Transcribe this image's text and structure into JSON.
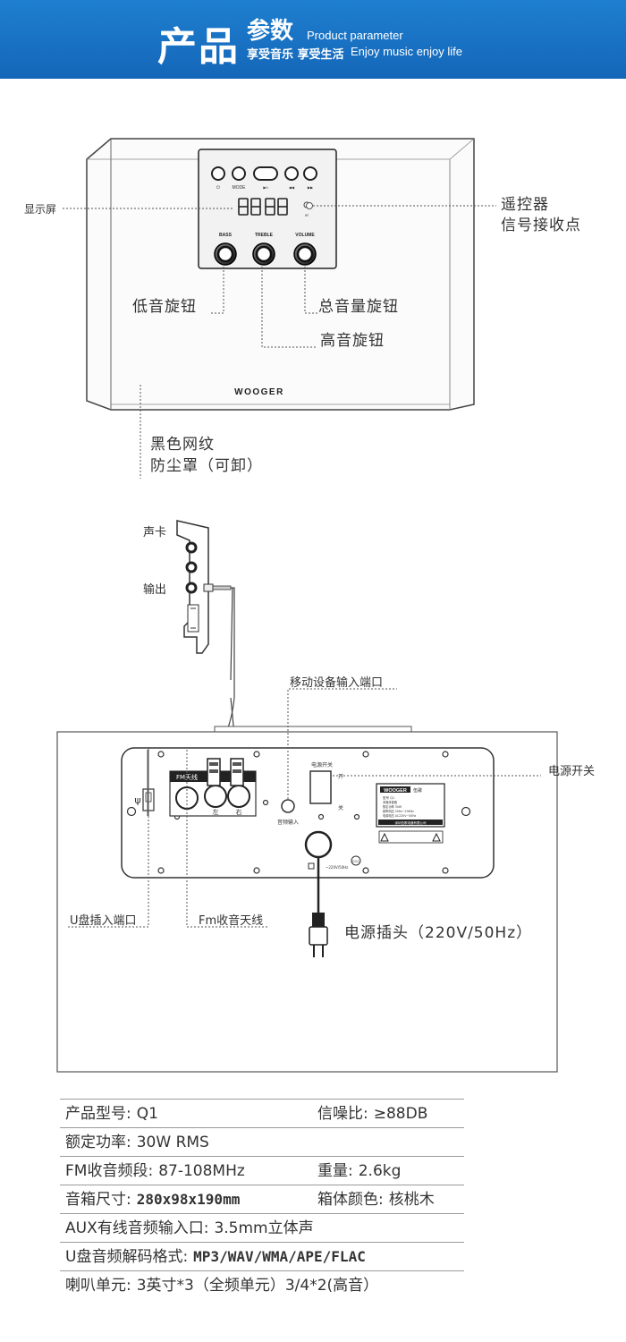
{
  "header": {
    "title_main": "产品",
    "title_sub": "参数",
    "title_en": "Product parameter",
    "slogan_cn": "享受音乐 享受生活",
    "slogan_en": "Enjoy music  enjoy life"
  },
  "front_view": {
    "device_buttons": [
      "⏻",
      "MODE",
      "",
      "◀◀",
      "▶▶"
    ],
    "knobs": [
      "BASS",
      "TREBLE",
      "VOLUME"
    ],
    "brand": "WOOGER",
    "labels": {
      "display": "显示屏",
      "remote_1": "遥控器",
      "remote_2": "信号接收点",
      "bass": "低音旋钮",
      "volume": "总音量旋钮",
      "treble": "高音旋钮",
      "mesh_1": "黑色网纹",
      "mesh_2": "防尘罩（可卸）"
    }
  },
  "connection_view": {
    "labels": {
      "sound_card": "声卡",
      "output": "输出",
      "mobile_input": "移动设备输入端口",
      "power_switch": "电源开关",
      "usb_port": "U盘插入端口",
      "fm_antenna": "Fm收音天线",
      "power_plug": "电源插头（220V/50Hz）"
    },
    "panel": {
      "fm": "FM天线",
      "left": "左",
      "right": "右",
      "audio_in": "音频输入",
      "switch_title": "电源开关",
      "on": "开",
      "off": "关",
      "brand_tag": "WOOGER",
      "brand_cn": "伍歌",
      "model": "型号 Q1",
      "plate_lines": [
        "多媒体音箱",
        "额定功率  30W",
        "频率响应  20Hz~20KHz",
        "电源电压  AC220V~50Hz"
      ],
      "maker": "深圳伍歌电器有限公司"
    }
  },
  "specs": [
    {
      "k1": "产品型号:",
      "v1": "Q1",
      "k2": "信噪比:",
      "v2": "≥88DB"
    },
    {
      "k1": "额定功率:",
      "v1": "30W RMS",
      "k2": "",
      "v2": ""
    },
    {
      "k1": "FM收音频段:",
      "v1": "87-108MHz",
      "k2": "重量:",
      "v2": "2.6kg"
    },
    {
      "k1": "音箱尺寸:",
      "v1": "280x98x190mm",
      "k2": "箱体颜色:",
      "v2": "核桃木"
    },
    {
      "k1": "AUX有线音频输入口:",
      "v1": "3.5mm立体声",
      "k2": "",
      "v2": ""
    },
    {
      "k1": "U盘音频解码格式:",
      "v1": "MP3/WAV/WMA/APE/FLAC",
      "k2": "",
      "v2": ""
    },
    {
      "k1": "喇叭单元:",
      "v1": "3英寸*3（全频单元）3/4*2(高音）",
      "k2": "",
      "v2": ""
    }
  ]
}
